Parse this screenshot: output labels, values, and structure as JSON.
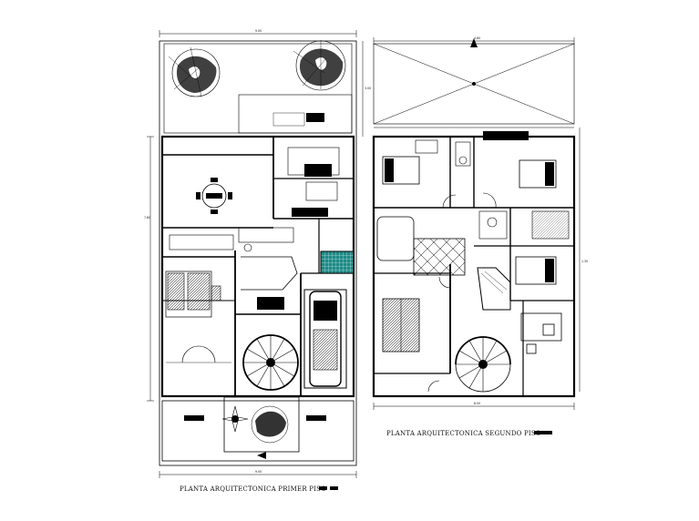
{
  "plans": [
    {
      "id": "first-floor",
      "title": "PLANTA ARQUITECTONICA PRIMER PISO",
      "dims": {
        "top": "9.00",
        "bottom": "9.00",
        "left": "7.80",
        "right": "3.00"
      }
    },
    {
      "id": "second-floor",
      "title": "PLANTA ARQUITECTONICA SEGUNDO PISO",
      "dims": {
        "top": "4.80",
        "bottom": "8.00",
        "left": "",
        "right": "1.30"
      }
    }
  ],
  "colors": {
    "line": "#000000",
    "tile": "#1d8a86",
    "background": "#ffffff"
  },
  "icons": [
    "tree-icon",
    "dining-table-icon",
    "spiral-stair-icon",
    "car-icon",
    "plant-icon",
    "bed-icon",
    "north-arrow-icon"
  ]
}
